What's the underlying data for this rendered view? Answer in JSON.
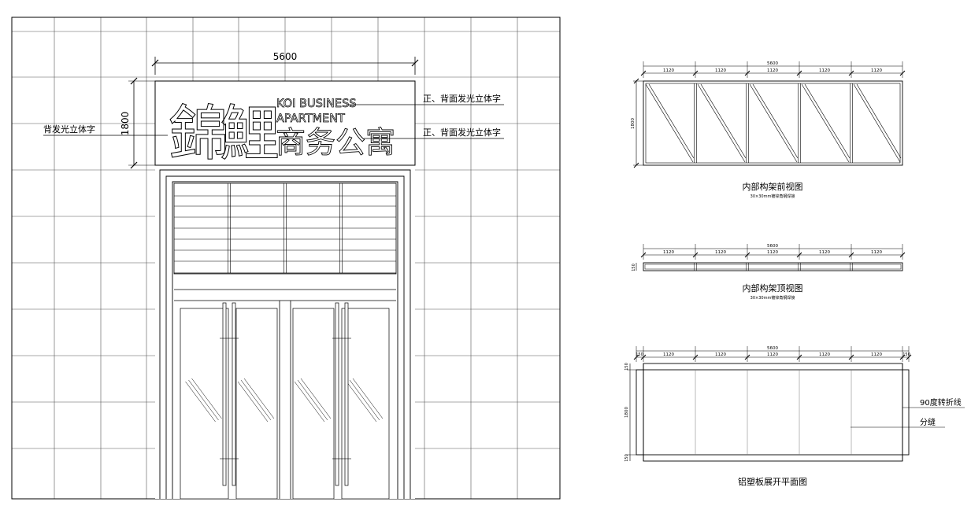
{
  "elevation": {
    "width_dim": "5600",
    "height_dim": "1800",
    "logo_chars": [
      "錦",
      "鯉"
    ],
    "english_line1": "KOI BUSINESS",
    "english_line2": "APARTMENT",
    "chinese_name": "商务公寓",
    "callout_left": "背发光立体字",
    "callout_right_top": "正、背面发光立体字",
    "callout_right_bottom": "正、背面发光立体字"
  },
  "front_view": {
    "total_dim": "5600",
    "segment_dims": [
      "1120",
      "1120",
      "1120",
      "1120",
      "1120"
    ],
    "height_dim": "1800",
    "title": "内部构架前视图",
    "subtitle": "30×30mm镀锌角钢焊接"
  },
  "top_view": {
    "total_dim": "5600",
    "segment_dims": [
      "1120",
      "1120",
      "1120",
      "1120",
      "1120"
    ],
    "depth_dim": "150",
    "title": "内部构架顶视图",
    "subtitle": "30×30mm镀锌角钢焊接"
  },
  "flat_view": {
    "total_dim": "5600",
    "edge_dims": [
      "150",
      "150"
    ],
    "segment_dims": [
      "1120",
      "1120",
      "1120",
      "1120",
      "1120"
    ],
    "height_dim": "1800",
    "side_dims": [
      "150",
      "150"
    ],
    "callout_fold": "90度转折线",
    "callout_seam": "分缝",
    "title": "铝塑板展开平面图"
  }
}
